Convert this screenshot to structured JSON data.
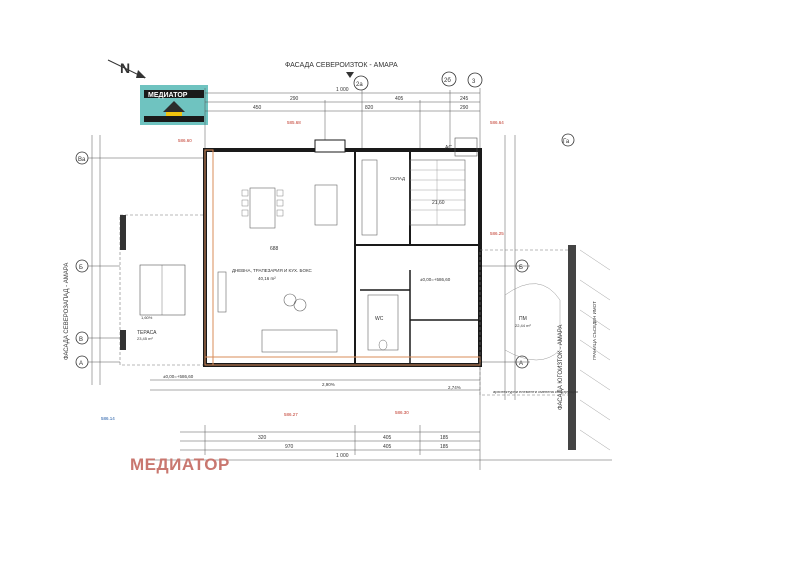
{
  "drawing": {
    "north_label": "N",
    "facade_top": "ФАСАДА СЕВЕРОИЗТОК - АМАРА",
    "facade_left": "ФАСАДА СЕВЕРОЗАПАД - АМАРА",
    "facade_right": "ФАСАДА ЮГОИЗТОК - АМАРА",
    "facade_far_right": "ГРАНИЦА СЪСЕДЕН ИМОТ"
  },
  "logo": {
    "name": "МЕДИАТОР",
    "icon": "house-icon"
  },
  "axes": {
    "top": [
      "2а",
      "2б",
      "3"
    ],
    "left": [
      "Ва",
      "Б",
      "В",
      "А"
    ],
    "right": [
      "Га",
      "Б",
      "А"
    ]
  },
  "dimensions": {
    "top_total": "1 000",
    "top_row2": [
      "290",
      "405",
      "245"
    ],
    "top_row3": [
      "450",
      "820",
      "290"
    ],
    "bottom_total": "1 000",
    "bottom_row1": [
      "320",
      "405",
      "185"
    ],
    "bottom_row2": [
      "970",
      "405",
      "185"
    ]
  },
  "rooms": {
    "living": "ДНЕВНА, ТРАПЕЗАРИЯ И КУХ. БОКС",
    "living_area": "40,16 m²",
    "storage": "СКЛАД",
    "storage_area": "21,60",
    "terrace": "ТЕРАСА",
    "terrace_area": "23,45 m²",
    "parking": "ПМ",
    "parking_area": "22,44 m²",
    "wc": "WC",
    "ac": "AC",
    "level_main": "±0,00=+586,60",
    "level_terrace": "±0,00=+586,60",
    "slope1": "2,90%",
    "slope2": "2,74%",
    "slope_terrace": "1,60%",
    "annotation": "архитектурни елементи сменена конструкция"
  },
  "elevations": {
    "e1": "586.64",
    "e2": "585.68",
    "e3": "586.60",
    "e4": "586.25",
    "e5": "586.14",
    "e6": "586.27",
    "e7": "586.30"
  },
  "watermark": "МЕДИАТОР"
}
